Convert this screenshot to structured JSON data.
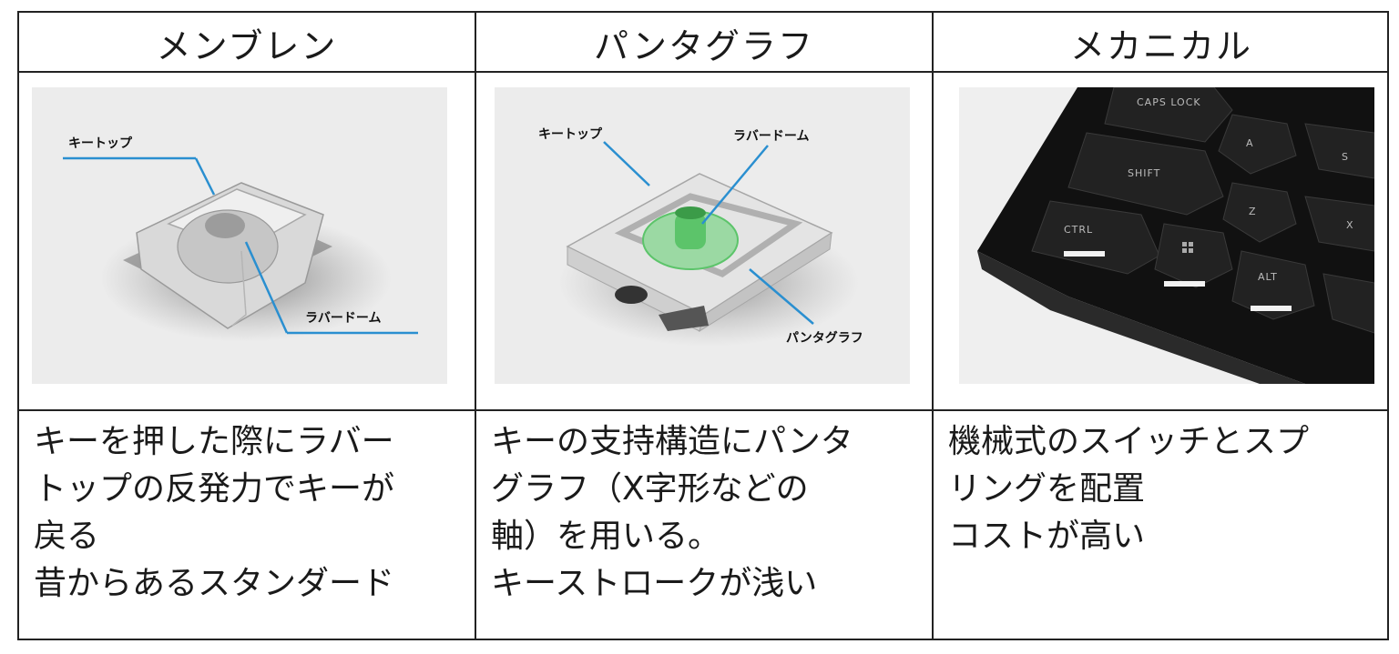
{
  "columns": [
    {
      "header": "メンブレン",
      "image_labels": [
        "キートップ",
        "ラバードーム"
      ],
      "description": [
        "キーを押した際にラバー",
        "トップの反発力でキーが",
        "戻る",
        "昔からあるスタンダード"
      ]
    },
    {
      "header": "パンタグラフ",
      "image_labels": [
        "キートップ",
        "ラバードーム",
        "パンタグラフ"
      ],
      "description": [
        "キーの支持構造にパンタ",
        "グラフ（X字形などの",
        "軸）を用いる。",
        "キーストロークが浅い"
      ]
    },
    {
      "header": "メカニカル",
      "image_labels": [
        "CAPS LOCK",
        "A",
        "SHIFT",
        "Z",
        "CTRL",
        "ALT",
        "S",
        "X"
      ],
      "description": [
        "機械式のスイッチとスプ",
        "リングを配置",
        "コストが高い"
      ]
    }
  ],
  "colors": {
    "border": "#222222",
    "callout_line": "#2a8fd0",
    "rubber_dome": "#5cc46a",
    "image_bg": "#ececec"
  }
}
